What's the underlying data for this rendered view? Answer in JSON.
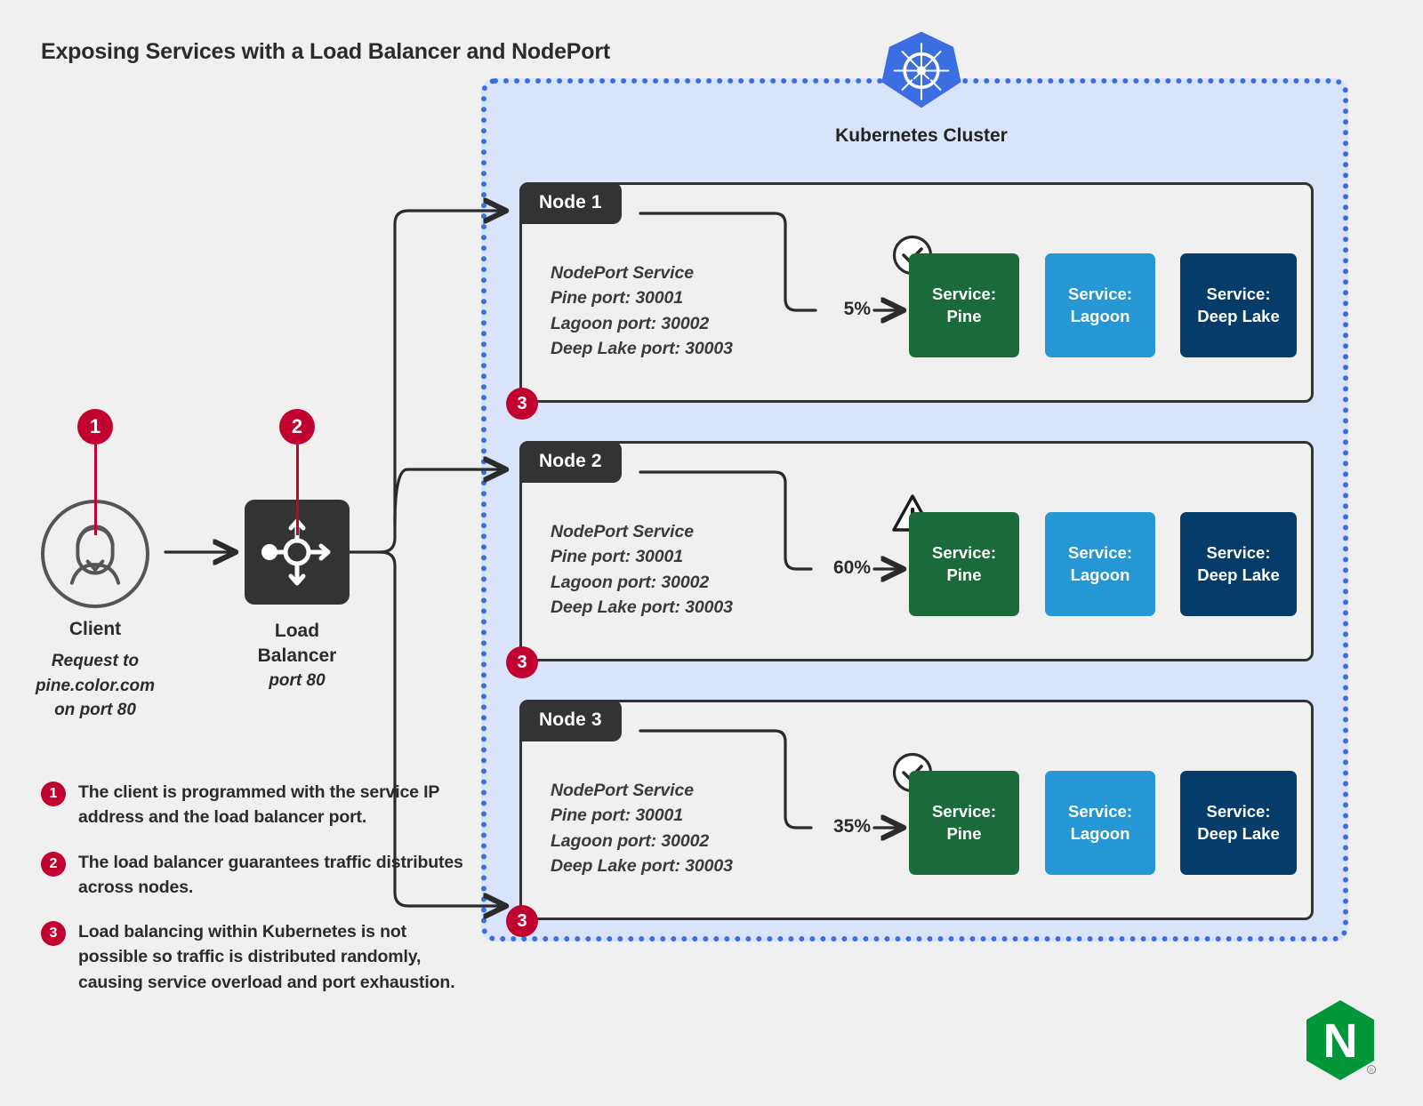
{
  "title": "Exposing Services with a\nLoad Balancer and NodePort",
  "colors": {
    "background": "#f0f0f0",
    "accent_red": "#c10230",
    "cluster_fill": "#d9e3fa",
    "cluster_border": "#3a6de2",
    "dark": "#333333",
    "service_pine": "#1b6b3a",
    "service_lagoon": "#2497d4",
    "service_deep_lake": "#053c6a",
    "nginx_green": "#009639"
  },
  "cluster": {
    "logo_icon": "kubernetes-helm-wheel-icon",
    "title": "Kubernetes Cluster"
  },
  "client": {
    "icon": "user-avatar-icon",
    "label": "Client",
    "sublabel": "Request to\npine.color.com\non port 80",
    "pin": "1"
  },
  "load_balancer": {
    "icon": "load-balancer-distribute-icon",
    "label": "Load\nBalancer",
    "sublabel": "port 80",
    "pin": "2"
  },
  "nodes": [
    {
      "name": "Node 1",
      "nodeport_text": "NodePort Service\nPine port: 30001\nLagoon port: 30002\nDeep Lake port: 30003",
      "percent": "5%",
      "status_icon": "check-circle-icon",
      "badge": "3",
      "services": [
        {
          "label": "Service:\nPine",
          "color_key": "service_pine"
        },
        {
          "label": "Service:\nLagoon",
          "color_key": "service_lagoon"
        },
        {
          "label": "Service:\nDeep Lake",
          "color_key": "service_deep_lake"
        }
      ]
    },
    {
      "name": "Node 2",
      "nodeport_text": "NodePort Service\nPine port: 30001\nLagoon port: 30002\nDeep Lake port: 30003",
      "percent": "60%",
      "status_icon": "warning-triangle-icon",
      "badge": "3",
      "services": [
        {
          "label": "Service:\nPine",
          "color_key": "service_pine"
        },
        {
          "label": "Service:\nLagoon",
          "color_key": "service_lagoon"
        },
        {
          "label": "Service:\nDeep Lake",
          "color_key": "service_deep_lake"
        }
      ]
    },
    {
      "name": "Node 3",
      "nodeport_text": "NodePort Service\nPine port: 30001\nLagoon port: 30002\nDeep Lake port: 30003",
      "percent": "35%",
      "status_icon": "check-circle-icon",
      "badge": "3",
      "services": [
        {
          "label": "Service:\nPine",
          "color_key": "service_pine"
        },
        {
          "label": "Service:\nLagoon",
          "color_key": "service_lagoon"
        },
        {
          "label": "Service:\nDeep Lake",
          "color_key": "service_deep_lake"
        }
      ]
    }
  ],
  "legend": [
    {
      "num": "1",
      "text": "The client is programmed with the service IP address and the load balancer port."
    },
    {
      "num": "2",
      "text": "The load balancer guarantees traffic distributes across nodes."
    },
    {
      "num": "3",
      "text": "Load balancing within Kubernetes is not possible so traffic is distributed randomly, causing service overload and port exhaustion."
    }
  ],
  "brand": {
    "logo": "nginx-logo",
    "letter": "N"
  }
}
